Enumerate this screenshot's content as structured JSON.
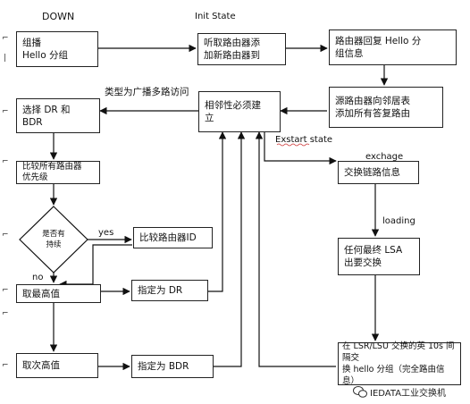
{
  "states": {
    "down": "DOWN",
    "init": "Init State",
    "exstart": "Exstart state",
    "exchange": "exchage",
    "loading": "loading"
  },
  "boxes": {
    "hello_send": "组播\nHello 分组",
    "listen_add": "听取路由器添\n加新路由器到",
    "reply_hello": "路由器回复 Hello 分\n组信息",
    "neighbor_table": "源路由器向邻居表\n添加所有答复路由",
    "adjacency": "相邻性必须建\n立",
    "select_dr_bdr": "选择 DR 和\nBDR",
    "compare_priority": "比较所有路由器\n优先级",
    "compare_id": "比较路由器ID",
    "pick_highest": "取最高值",
    "assign_dr": "指定为 DR",
    "pick_second": "取次高值",
    "assign_bdr": "指定为 BDR",
    "exchange_lsa": "交换链路信息",
    "lsa_complete": "任何最终 LSA\n出要交换",
    "hello_interval": "在 LSR/LSU 交换的英 10s 间隔交\n换 hello 分组（完全路由信息）"
  },
  "decision": "是否有\n持续",
  "labels": {
    "broadcast": "类型为广播多路访问",
    "yes": "yes",
    "no": "no"
  },
  "watermark": "IEDATA工业交换机"
}
